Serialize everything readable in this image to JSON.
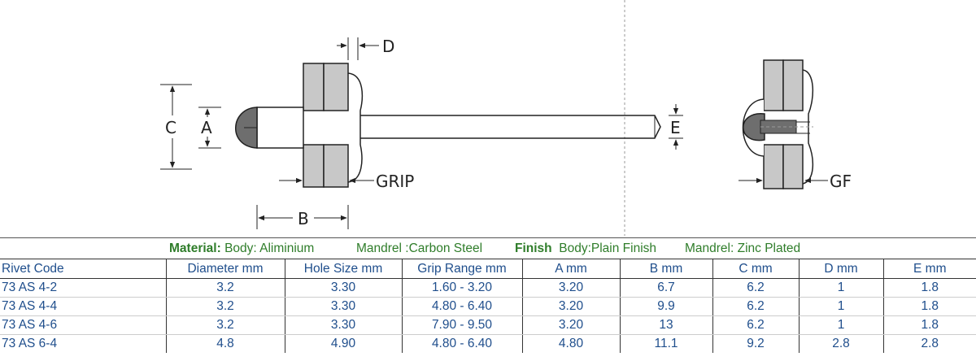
{
  "diagram": {
    "labels": {
      "c": "C",
      "a": "A",
      "b": "B",
      "d": "D",
      "e": "E",
      "grip": "GRIP",
      "grip_partial": "GF"
    }
  },
  "specs": {
    "material_label": "Material:",
    "material_body": "Body: Aliminium",
    "material_mandrel": "Mandrel :Carbon Steel",
    "finish_label": "Finish",
    "finish_body": "Body:Plain Finish",
    "finish_mandrel": "Mandrel: Zinc Plated"
  },
  "table": {
    "headers": [
      "Rivet Code",
      "Diameter mm",
      "Hole Size mm",
      "Grip Range mm",
      "A mm",
      "B mm",
      "C mm",
      "D mm",
      "E mm"
    ],
    "rows": [
      [
        "73 AS 4-2",
        "3.2",
        "3.30",
        "1.60 - 3.20",
        "3.20",
        "6.7",
        "6.2",
        "1",
        "1.8"
      ],
      [
        "73 AS 4-4",
        "3.2",
        "3.30",
        "4.80 - 6.40",
        "3.20",
        "9.9",
        "6.2",
        "1",
        "1.8"
      ],
      [
        "73 AS 4-6",
        "3.2",
        "3.30",
        "7.90 - 9.50",
        "3.20",
        "13",
        "6.2",
        "1",
        "1.8"
      ],
      [
        "73 AS 6-4",
        "4.8",
        "4.90",
        "4.80 - 6.40",
        "4.80",
        "11.1",
        "9.2",
        "2.8",
        "2.8"
      ]
    ]
  },
  "colors": {
    "spec_text": "#2f7d2a",
    "table_text": "#1f4e8c",
    "plate": "#c8c8c8",
    "head": "#6e6e6e"
  }
}
